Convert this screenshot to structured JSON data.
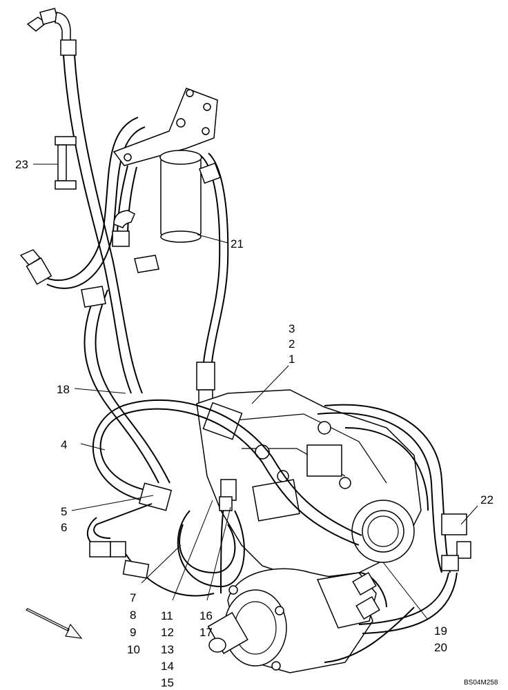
{
  "drawing": {
    "callouts": [
      {
        "id": "c23",
        "text": "23"
      },
      {
        "id": "c21",
        "text": "21"
      },
      {
        "id": "c3",
        "text": "3"
      },
      {
        "id": "c2",
        "text": "2"
      },
      {
        "id": "c1",
        "text": "1"
      },
      {
        "id": "c18",
        "text": "18"
      },
      {
        "id": "c4",
        "text": "4"
      },
      {
        "id": "c22",
        "text": "22"
      },
      {
        "id": "c5",
        "text": "5"
      },
      {
        "id": "c6",
        "text": "6"
      },
      {
        "id": "c7",
        "text": "7"
      },
      {
        "id": "c8",
        "text": "8"
      },
      {
        "id": "c9",
        "text": "9"
      },
      {
        "id": "c10",
        "text": "10"
      },
      {
        "id": "c11",
        "text": "11"
      },
      {
        "id": "c12",
        "text": "12"
      },
      {
        "id": "c13",
        "text": "13"
      },
      {
        "id": "c14",
        "text": "14"
      },
      {
        "id": "c15",
        "text": "15"
      },
      {
        "id": "c16",
        "text": "16"
      },
      {
        "id": "c17",
        "text": "17"
      },
      {
        "id": "c19",
        "text": "19"
      },
      {
        "id": "c20",
        "text": "20"
      }
    ],
    "reference": "BS04M258"
  }
}
